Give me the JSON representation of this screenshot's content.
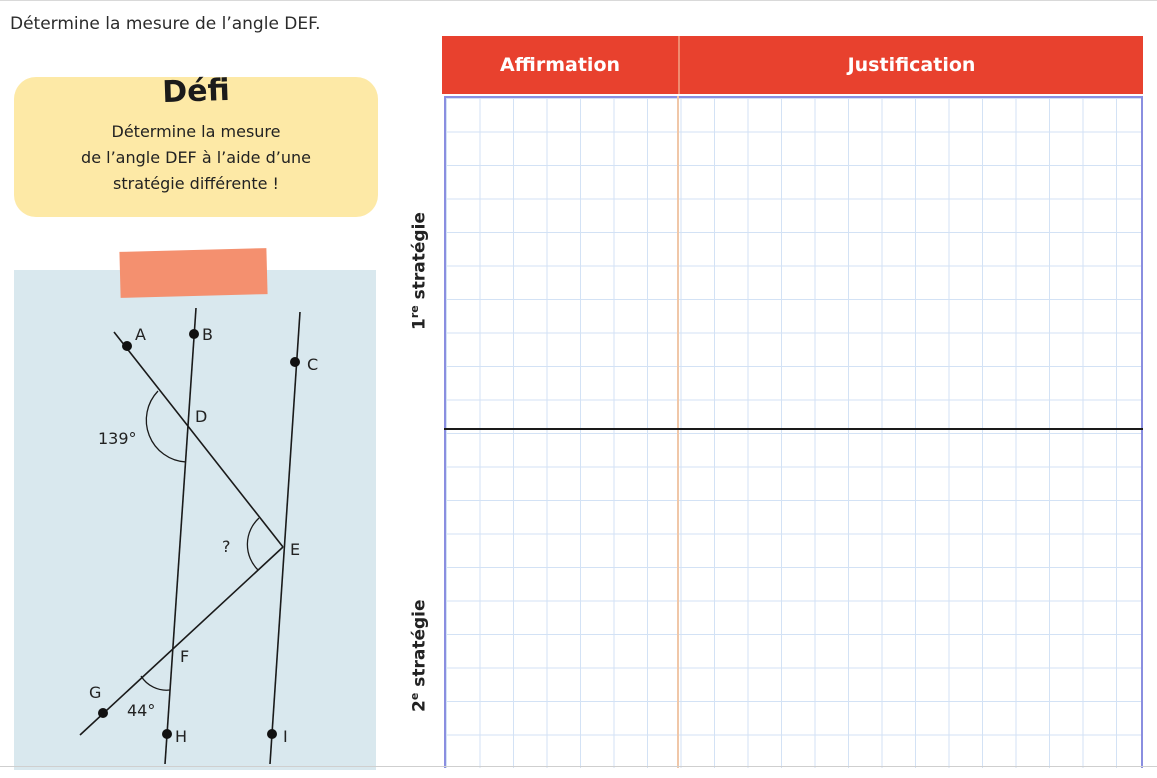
{
  "instruction": "Détermine la mesure de l’angle DEF.",
  "defi": {
    "title": "Défi",
    "lines": [
      "Détermine la mesure",
      "de l’angle DEF à l’aide d’une",
      "stratégie différente !"
    ]
  },
  "figure": {
    "points": [
      "A",
      "B",
      "C",
      "D",
      "E",
      "F",
      "G",
      "H",
      "I"
    ],
    "angle_labels": {
      "ADB": "139°",
      "DEF": "?",
      "GFH": "44°"
    }
  },
  "table": {
    "columns": [
      "Affirmation",
      "Justification"
    ],
    "rows": [
      {
        "ordinal": "1",
        "suffix": "re",
        "label": "stratégie"
      },
      {
        "ordinal": "2",
        "suffix": "e",
        "label": "stratégie"
      }
    ]
  },
  "colors": {
    "header_red": "#e8412e",
    "tape": "#f4906f",
    "card_yellow": "#fde9a6",
    "figure_bg": "#d9e8ee"
  }
}
